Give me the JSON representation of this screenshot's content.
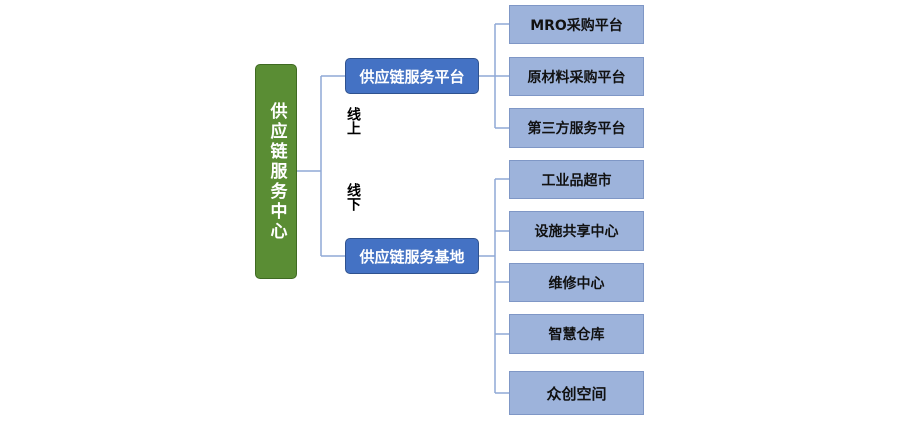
{
  "root": {
    "label": "供应链服务中心",
    "color": "#5a8d34"
  },
  "branches": [
    {
      "label": "供应链服务平台",
      "channel": "线上",
      "children": [
        "MRO采购平台",
        "原材料采购平台",
        "第三方服务平台"
      ]
    },
    {
      "label": "供应链服务基地",
      "channel": "线下",
      "children": [
        "工业品超市",
        "设施共享中心",
        "维修中心",
        "智慧仓库",
        "众创空间"
      ]
    }
  ],
  "colors": {
    "branch": "#4472c4",
    "leaf": "#9db3db",
    "connector": "#8fa9d6"
  }
}
